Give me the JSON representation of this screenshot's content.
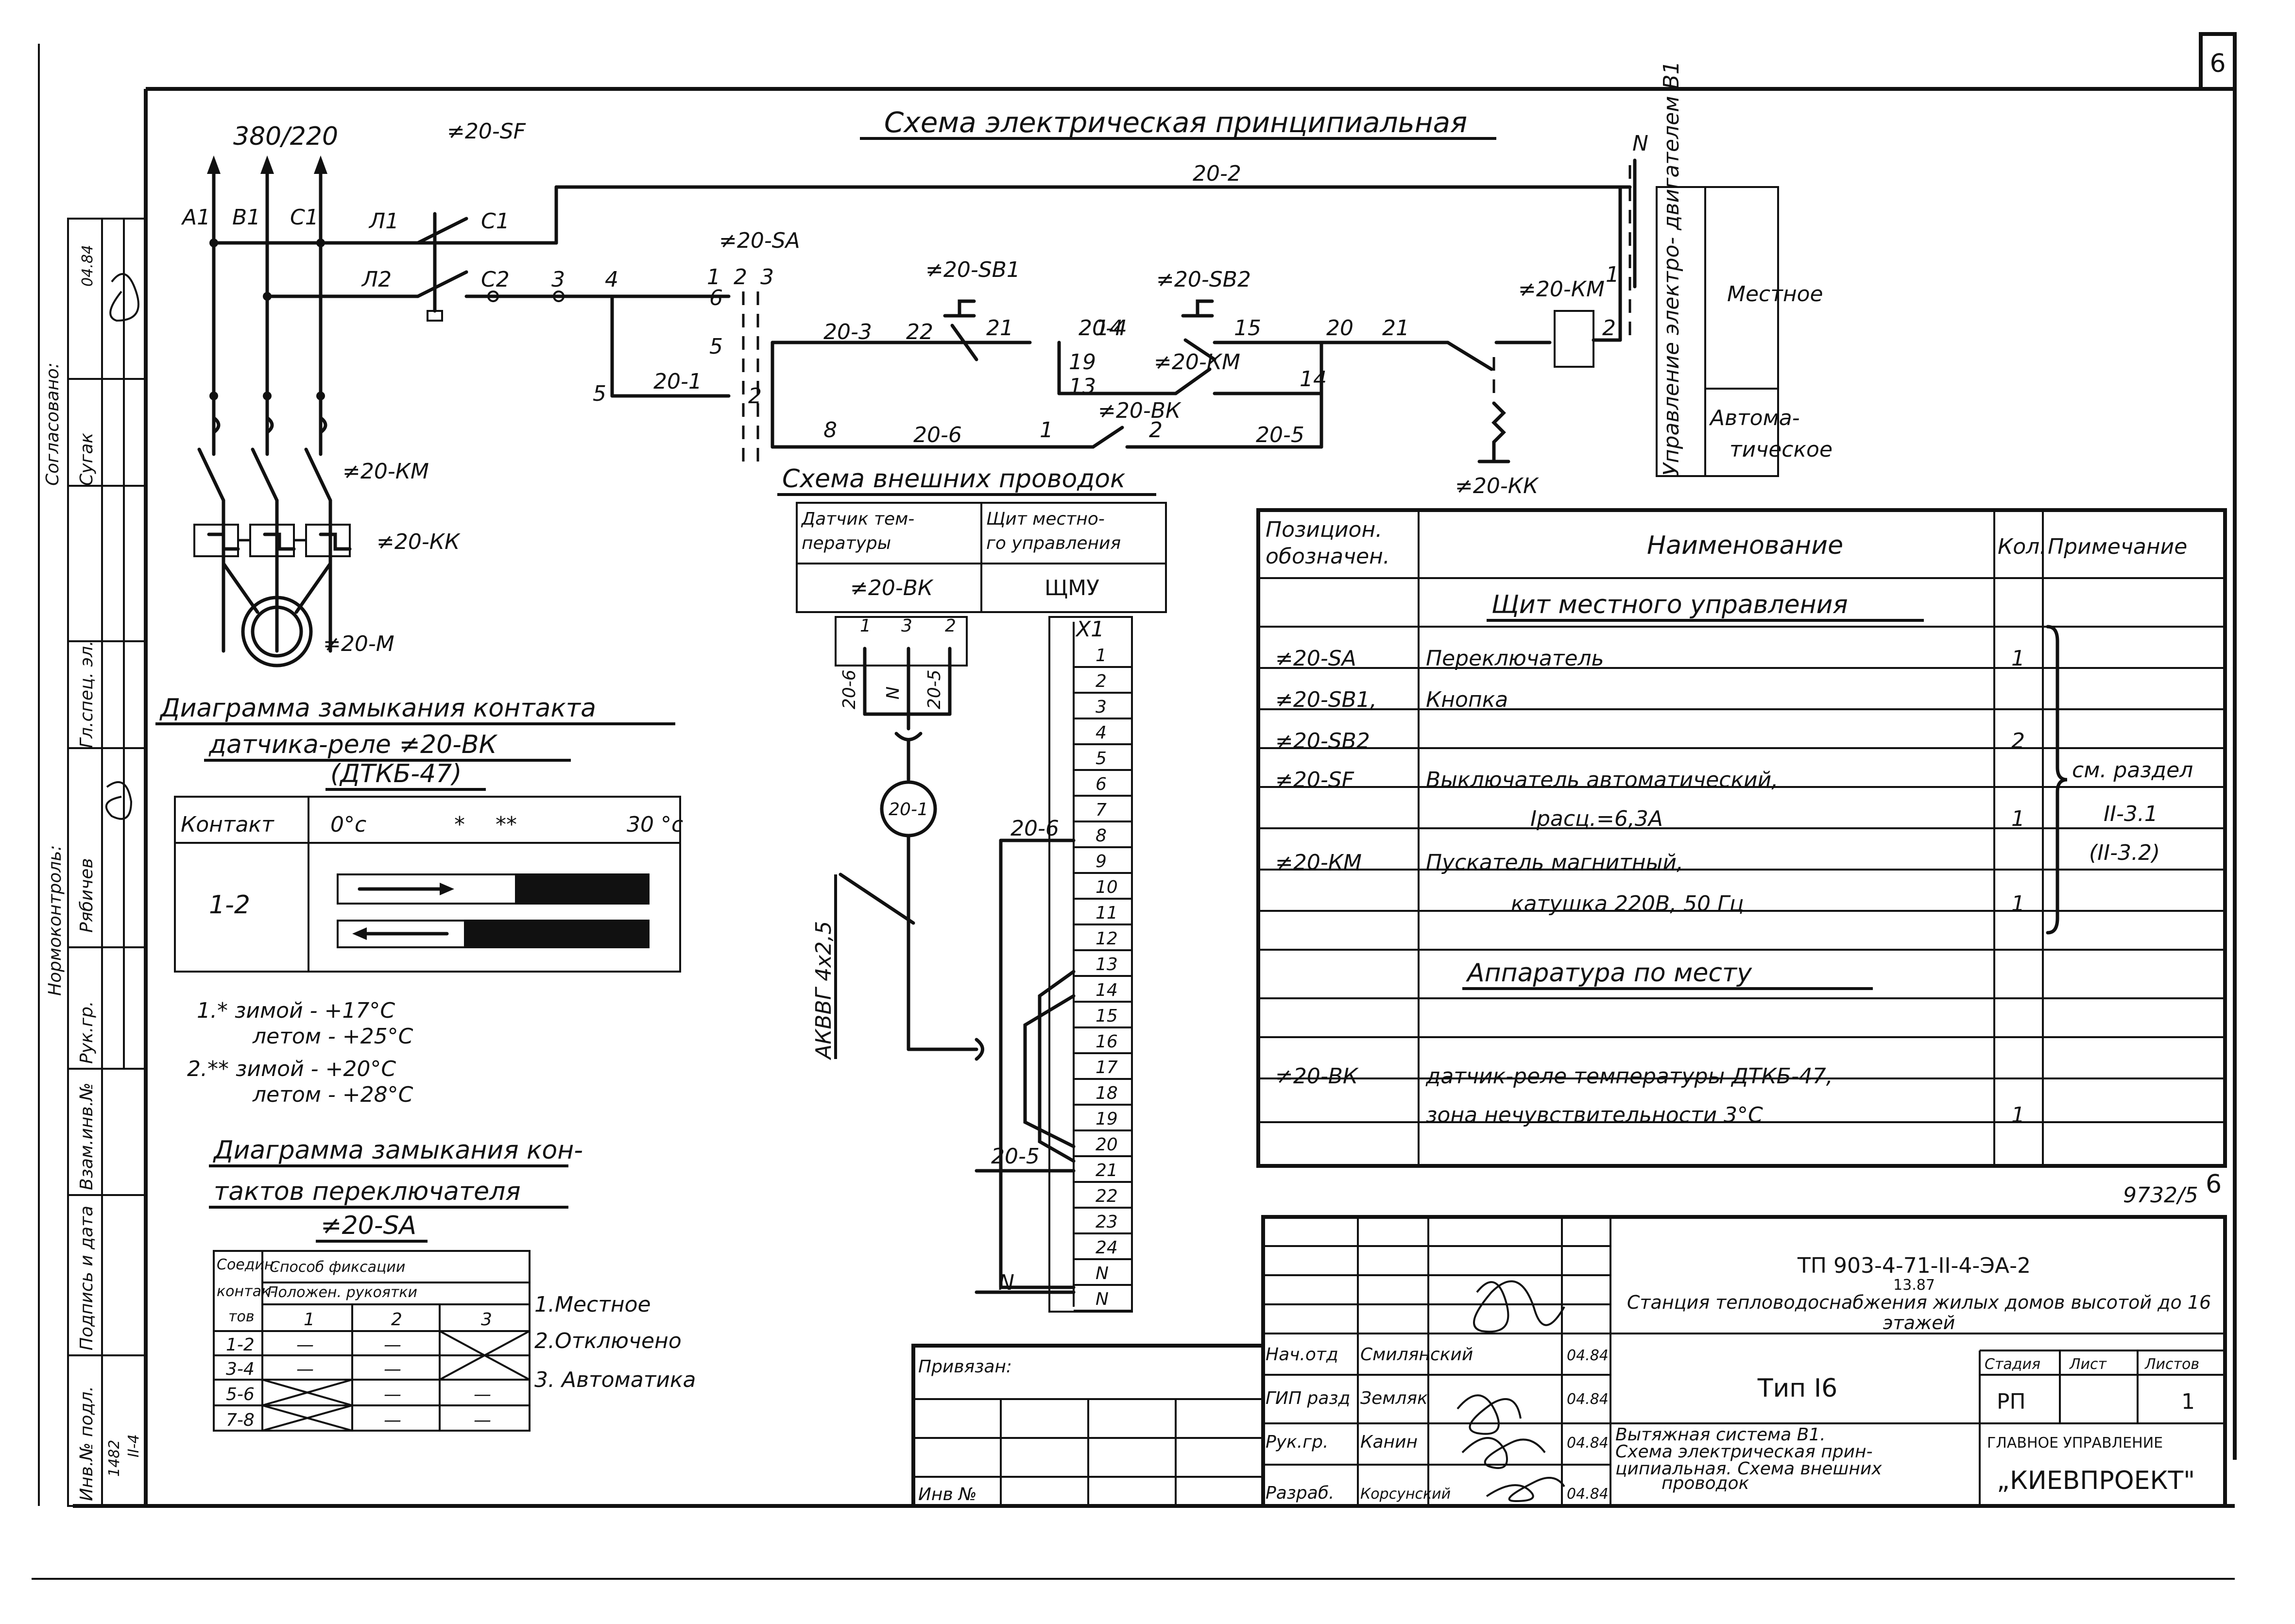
{
  "sheet": {
    "page_number": "6",
    "title": "Схема электрическая принципиальная",
    "sheet_code": "9732/5",
    "sheet_code_number": "6"
  },
  "power": {
    "voltage": "380/220",
    "phase_a": "А1",
    "phase_b": "В1",
    "phase_c": "С1",
    "breaker_ref": "≠20-SF",
    "node_a": "Л1",
    "node_b": "Л2",
    "node_c1": "С1",
    "node_c2": "С2",
    "contactor_ref": "≠20-КМ",
    "relay_ref": "≠20-КК",
    "motor_ref": "≠20-М"
  },
  "control": {
    "neutral": "N",
    "wire_top": "20-2",
    "wire_1": "20-1",
    "wire_3": "20-3",
    "wire_4": "20-4",
    "wire_5": "20-5",
    "wire_6": "20-6",
    "switch_ref": "≠20-SA",
    "button1_ref": "≠20-SB1",
    "button2_ref": "≠20-SB2",
    "coil_ref": "≠20-КМ",
    "contact_ref": "≠20-КМ",
    "sensor_ref": "≠20-ВК",
    "relay_contact_ref": "≠20-КК",
    "node_labels": [
      "3",
      "4",
      "5",
      "1",
      "2",
      "3",
      "6",
      "5",
      "2",
      "8",
      "22",
      "21",
      "14",
      "19",
      "13",
      "15",
      "14",
      "20",
      "21",
      "1",
      "2",
      "1",
      "2"
    ],
    "mode_rotated_label": "Управление электро- двигателем В1",
    "mode_local": "Местное",
    "mode_auto_1": "Автома-",
    "mode_auto_2": "тическое"
  },
  "external_wiring": {
    "title": "Схема внешних проводок",
    "col1_header_1": "Датчик тем-",
    "col1_header_2": "пературы",
    "col2_header_1": "Щит местно-",
    "col2_header_2": "го управления",
    "col1_value": "≠20-ВК",
    "col2_value": "ЩМУ",
    "sensor_terminals": [
      "1",
      "3",
      "2"
    ],
    "sensor_wires": [
      "20-6",
      "N",
      "20-5"
    ],
    "sensor_circle": "20-1",
    "cable_label": "АКВВГ 4х2,5",
    "terminal_block_ref": "Х1",
    "terminals": [
      "1",
      "2",
      "3",
      "4",
      "5",
      "6",
      "7",
      "8",
      "9",
      "10",
      "11",
      "12",
      "13",
      "14",
      "15",
      "16",
      "17",
      "18",
      "19",
      "20",
      "21",
      "22",
      "23",
      "24",
      "N",
      "N"
    ],
    "wire_label_top": "20-6",
    "wire_label_mid": "20-5",
    "wire_label_bottom": "N"
  },
  "diagram_contact": {
    "title_1": "Диаграмма замыкания контакта",
    "title_2": "датчика-реле ≠20-ВК",
    "title_3": "(ДТКБ-47)",
    "col_contact": "Контакт",
    "scale_start": "0°с",
    "mark_1": "*",
    "mark_2": "**",
    "scale_end": "30 °с",
    "row_contact": "1-2",
    "note_1a": "1.* зимой - +17°С",
    "note_1b": "летом - +25°С",
    "note_2a": "2.** зимой - +20°С",
    "note_2b": "летом - +28°С"
  },
  "diagram_switch": {
    "title_1": "Диаграмма замыкания кон-",
    "title_2": "тактов переключателя",
    "title_3": "≠20-SA",
    "h_col1_1": "Соедин.",
    "h_col1_2": "контак-",
    "h_col1_3": "тов",
    "h_group": "Способ фиксации",
    "h_sub": "Положен. рукоятки",
    "positions": [
      "1",
      "2",
      "3"
    ],
    "rows": [
      "1-2",
      "3-4",
      "5-6",
      "7-8"
    ],
    "dash": "—",
    "legend_1": "1.Местное",
    "legend_2": "2.Отключено",
    "legend_3": "3. Автоматика"
  },
  "spec": {
    "header_pos_1": "Позицион.",
    "header_pos_2": "обозначен.",
    "header_name": "Наименование",
    "header_qty": "Кол.",
    "header_note": "Примечание",
    "section_1": "Щит местного управления",
    "section_2": "Аппаратура по месту",
    "rows": [
      {
        "pos": "≠20-SA",
        "name": "Переключатель",
        "qty": "1"
      },
      {
        "pos": "≠20-SB1,",
        "name": "Кнопка",
        "qty": ""
      },
      {
        "pos": "≠20-SB2",
        "name": "",
        "qty": "2"
      },
      {
        "pos": "≠20-SF",
        "name": "Выключатель автоматический,",
        "qty": ""
      },
      {
        "pos": "",
        "name": "Iрасц.=6,3А",
        "qty": "1"
      },
      {
        "pos": "≠20-КМ",
        "name": "Пускатель магнитный,",
        "qty": ""
      },
      {
        "pos": "",
        "name": "катушка 220В, 50 Гц",
        "qty": "1"
      },
      {
        "pos": "≠20-ВК",
        "name": "датчик-реле температуры ДТКБ-47,",
        "qty": ""
      },
      {
        "pos": "",
        "name": "зона нечувствительности 3°С",
        "qty": "1"
      }
    ],
    "note_1": "см. раздел",
    "note_2": "II-3.1",
    "note_3": "(II-3.2)"
  },
  "left_strip": {
    "agreed": "Согласовано:",
    "role_1": "Гл.спец. эл.",
    "name_1": "Сугак",
    "date_1": "04.84",
    "norm": "Нормоконтроль:",
    "name_2": "Рябичев",
    "role_3": "Рук.гр.",
    "inv_dup": "Взам.инв.№",
    "sign_date": "Подпись и дата",
    "inv_orig": "Инв.№ подл.",
    "inv_value_1": "1482",
    "inv_value_2": "II-4"
  },
  "stamp": {
    "bound": "Привязан:",
    "inv_no": "Инв №",
    "doc_code": "ТП 903-4-71-II-4-ЭА-2",
    "doc_code_2": "13.87",
    "project": "Станция тепловодоснабжения жилых домов высотой до 16 этажей",
    "type": "Тип I6",
    "content_1": "Вытяжная система В1.",
    "content_2": "Схема электрическая прин-",
    "content_3": "ципиальная. Схема внешних",
    "content_4": "проводок",
    "stage_header": "Стадия",
    "sheet_header": "Лист",
    "sheets_header": "Листов",
    "stage": "РП",
    "sheets_total": "1",
    "org_1": "ГЛАВНОЕ УПРАВЛЕНИЕ",
    "org_2": "„КИЕВПРОЕКТ\"",
    "people": [
      {
        "role": "Нач.отд",
        "name": "Смилянский",
        "date": "04.84"
      },
      {
        "role": "ГИП разд",
        "name": "Земляк",
        "date": "04.84"
      },
      {
        "role": "Рук.гр.",
        "name": "Канин",
        "date": "04.84"
      },
      {
        "role": "Разраб.",
        "name": "Корсунский",
        "date": "04.84"
      }
    ]
  }
}
